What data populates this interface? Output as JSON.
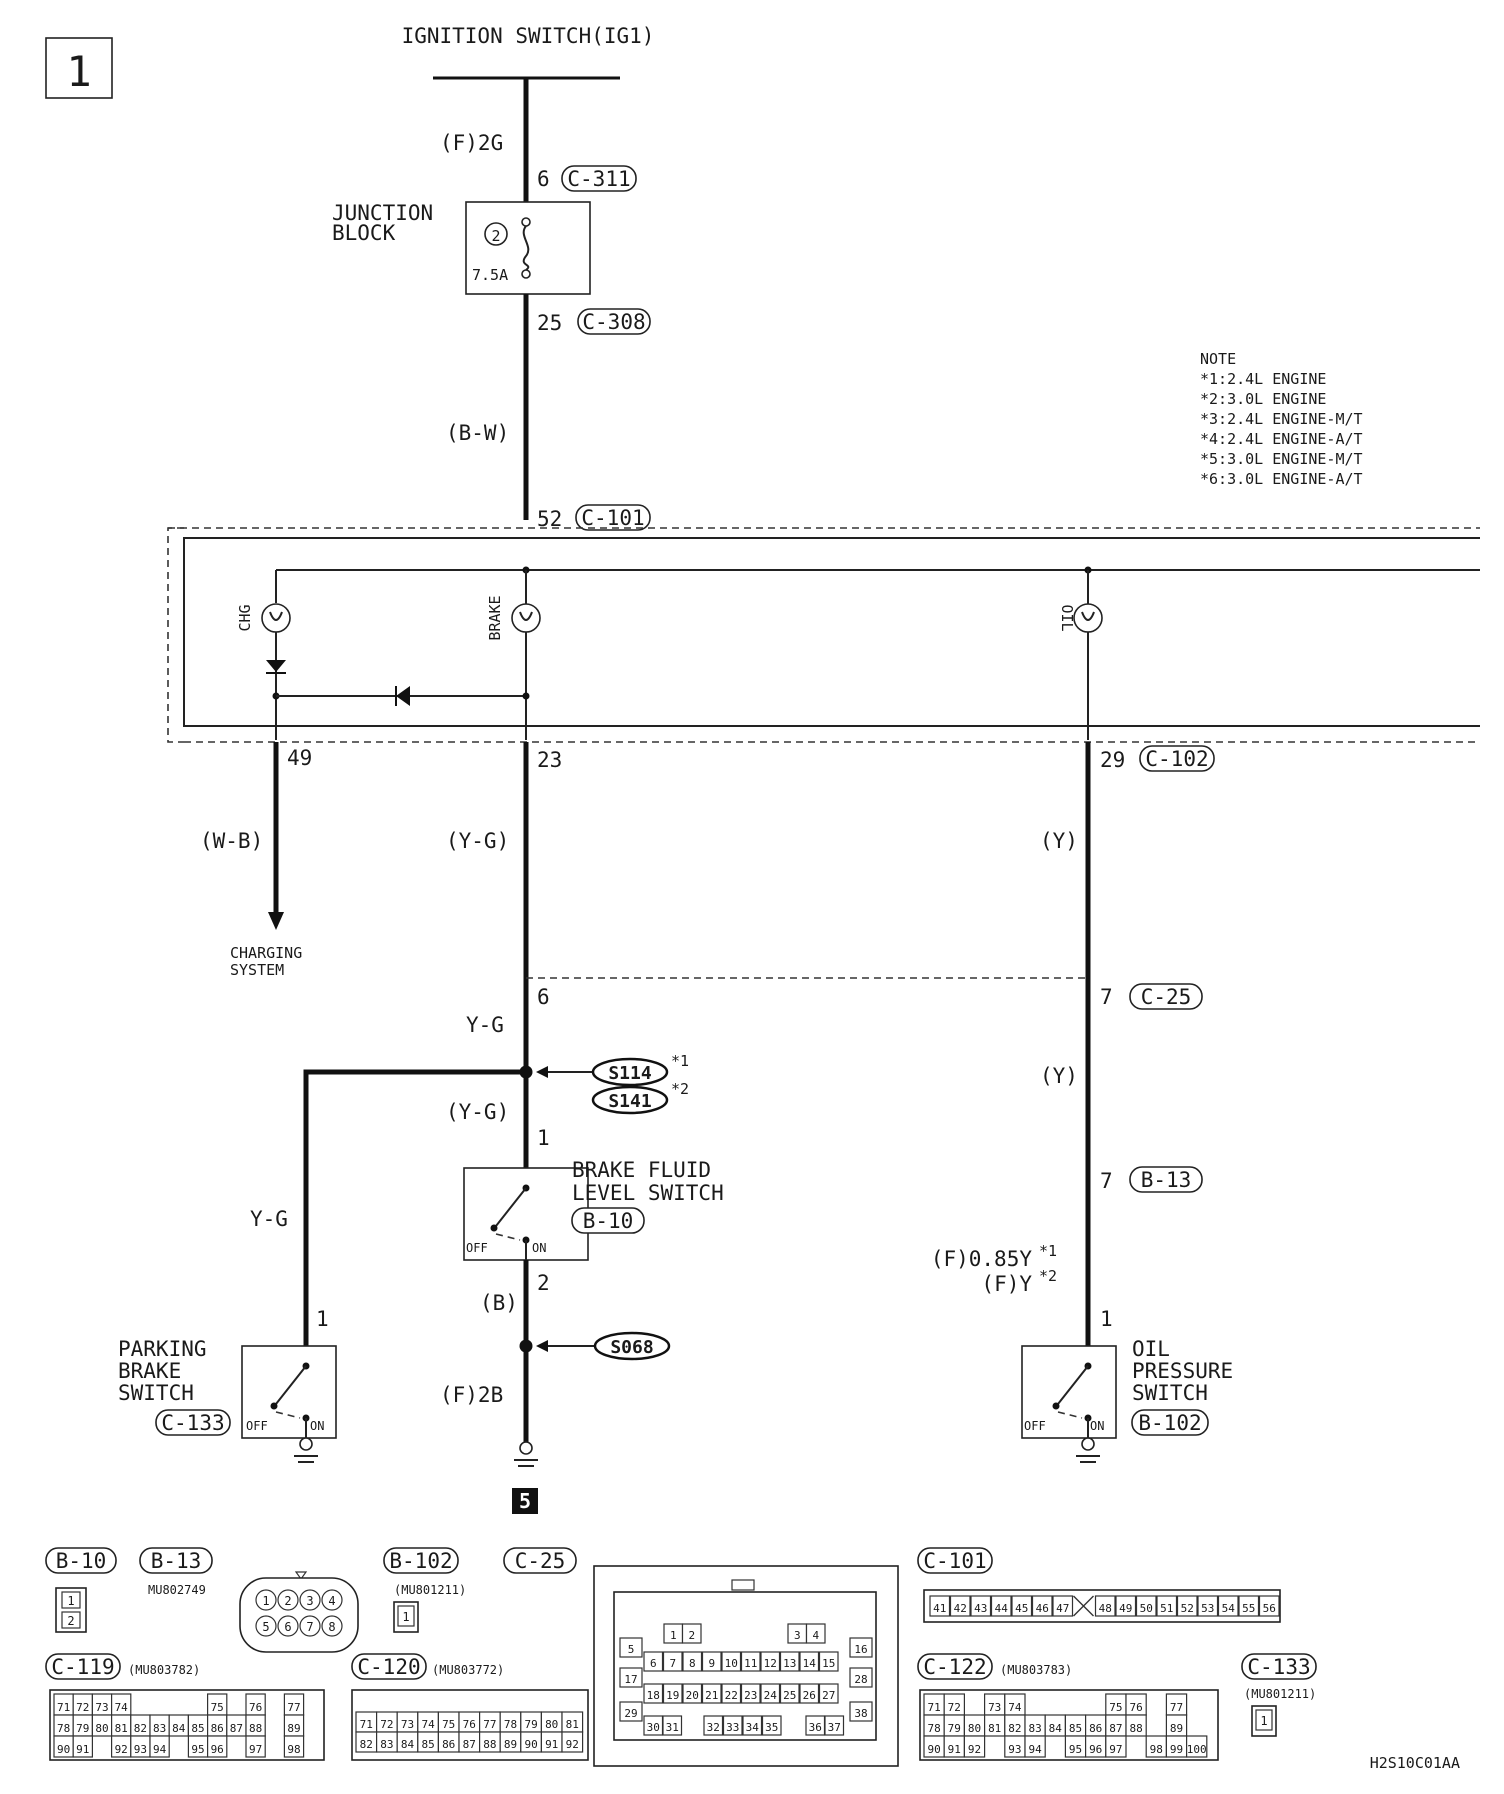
{
  "page_number": "1",
  "source": "IGNITION SWITCH(IG1)",
  "junction_block": {
    "label": "JUNCTION BLOCK",
    "fuse_number": "2",
    "fuse_rating": "7.5A"
  },
  "wires": {
    "w_2g": "(F)2G",
    "w_bw": "(B-W)",
    "w_wb": "(W-B)",
    "w_yg1": "(Y-G)",
    "w_y1": "(Y)",
    "w_yg_plain": "Y-G",
    "w_yg2": "(Y-G)",
    "w_y2": "(Y)",
    "w_yg_park": "Y-G",
    "w_b": "(B)",
    "w_2b": "(F)2B",
    "w_085y": "(F)0.85Y",
    "w_085y_note": "*1",
    "w_fy": "(F)Y",
    "w_fy_note": "*2"
  },
  "pins": {
    "p6_top": "6",
    "p25": "25",
    "p52": "52",
    "p49": "49",
    "p23": "23",
    "p29": "29",
    "p6_mid": "6",
    "p7_c25": "7",
    "p1_bfl": "1",
    "p2_bfl": "2",
    "p7_b13": "7",
    "p1_park": "1",
    "p1_oil": "1"
  },
  "connectors": {
    "c311": "C-311",
    "c308": "C-308",
    "c101": "C-101",
    "c102": "C-102",
    "c25": "C-25",
    "b13": "B-13",
    "b10": "B-10",
    "c133": "C-133",
    "b102": "B-102"
  },
  "lamps": {
    "chg": "CHG",
    "brake": "BRAKE",
    "oil": "OIL"
  },
  "charging_system": "CHARGING SYSTEM",
  "splices": {
    "s114": "S114",
    "s114_note": "*1",
    "s141": "S141",
    "s141_note": "*2",
    "s068": "S068"
  },
  "components": {
    "brake_fluid": "BRAKE FLUID LEVEL SWITCH",
    "parking_brake": "PARKING BRAKE SWITCH",
    "oil_pressure": "OIL PRESSURE SWITCH"
  },
  "switch_states": {
    "off": "OFF",
    "on": "ON"
  },
  "ground_ref": "5",
  "note": {
    "title": "NOTE",
    "lines": [
      "*1:2.4L ENGINE",
      "*2:3.0L ENGINE",
      "*3:2.4L ENGINE-M/T",
      "*4:2.4L ENGINE-A/T",
      "*5:3.0L ENGINE-M/T",
      "*6:3.0L ENGINE-A/T"
    ]
  },
  "connector_views": {
    "b10": {
      "name": "B-10",
      "pins": [
        "1",
        "2"
      ]
    },
    "b13": {
      "name": "B-13",
      "part": "MU802749",
      "pins": [
        "1",
        "2",
        "3",
        "4",
        "5",
        "6",
        "7",
        "8"
      ]
    },
    "b102": {
      "name": "B-102",
      "part": "(MU801211)",
      "pins": [
        "1"
      ]
    },
    "c25": {
      "name": "C-25",
      "pins": [
        "1",
        "2",
        "3",
        "4",
        "5",
        "6",
        "7",
        "8",
        "9",
        "10",
        "11",
        "12",
        "13",
        "14",
        "15",
        "16",
        "17",
        "18",
        "19",
        "20",
        "21",
        "22",
        "23",
        "24",
        "25",
        "26",
        "27",
        "28",
        "29",
        "30",
        "31",
        "32",
        "33",
        "34",
        "35",
        "36",
        "37",
        "38"
      ]
    },
    "c101": {
      "name": "C-101",
      "pins": [
        "41",
        "42",
        "43",
        "44",
        "45",
        "46",
        "47",
        "48",
        "49",
        "50",
        "51",
        "52",
        "53",
        "54",
        "55",
        "56"
      ]
    },
    "c119": {
      "name": "C-119",
      "part": "(MU803782)",
      "pins": [
        "71",
        "72",
        "73",
        "74",
        "75",
        "76",
        "77",
        "78",
        "79",
        "80",
        "81",
        "82",
        "83",
        "84",
        "85",
        "86",
        "87",
        "88",
        "89",
        "90",
        "91",
        "92",
        "93",
        "94",
        "95",
        "96",
        "97",
        "98"
      ]
    },
    "c120": {
      "name": "C-120",
      "part": "(MU803772)",
      "pins": [
        "71",
        "72",
        "73",
        "74",
        "75",
        "76",
        "77",
        "78",
        "79",
        "80",
        "81",
        "82",
        "83",
        "84",
        "85",
        "86",
        "87",
        "88",
        "89",
        "90",
        "91",
        "92"
      ]
    },
    "c122": {
      "name": "C-122",
      "part": "(MU803783)",
      "pins": [
        "71",
        "72",
        "73",
        "74",
        "75",
        "76",
        "77",
        "78",
        "79",
        "80",
        "81",
        "82",
        "83",
        "84",
        "85",
        "86",
        "87",
        "88",
        "89",
        "90",
        "91",
        "92",
        "93",
        "94",
        "95",
        "96",
        "97",
        "98",
        "99",
        "100"
      ]
    },
    "c133": {
      "name": "C-133",
      "part": "(MU801211)",
      "pins": [
        "1"
      ]
    }
  },
  "figure_code": "H2S10C01AA"
}
